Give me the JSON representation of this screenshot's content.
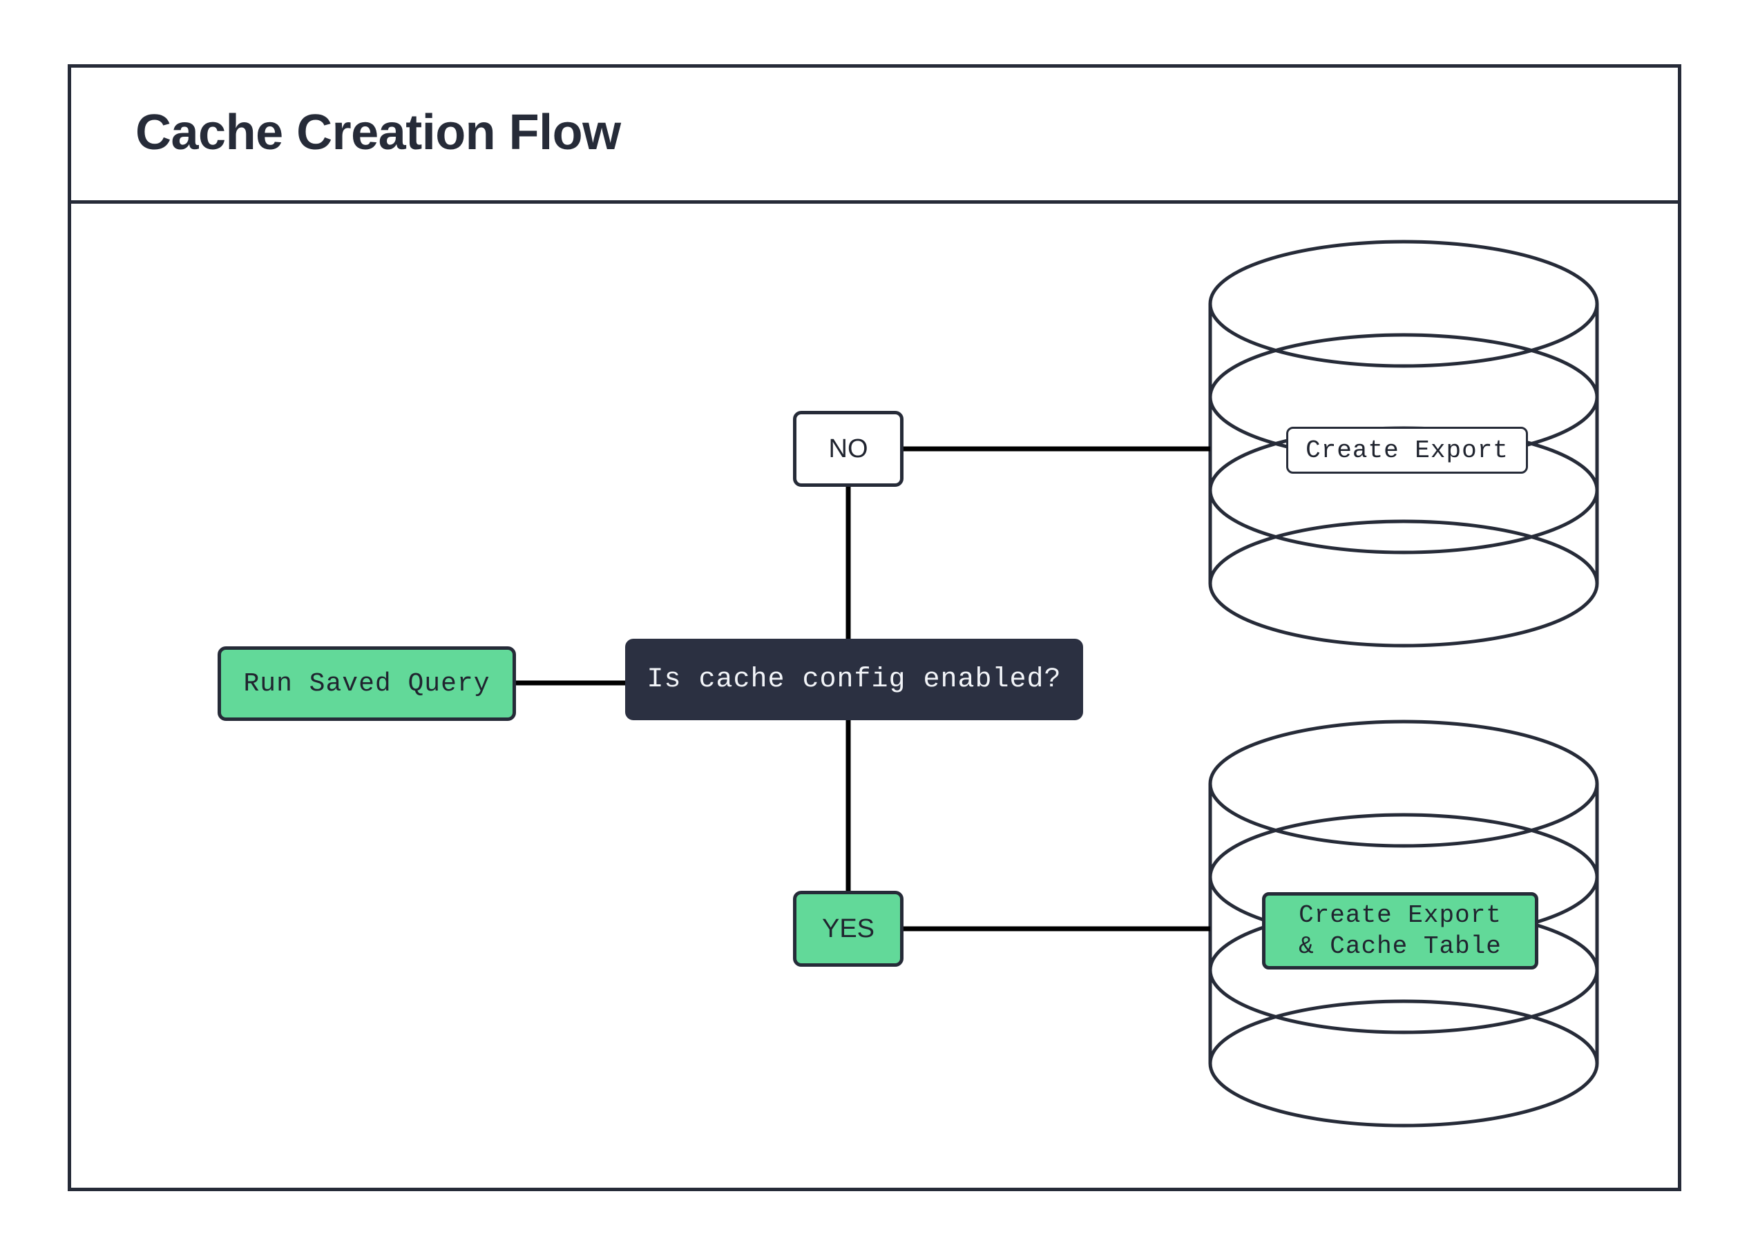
{
  "header": {
    "title": "Cache Creation Flow"
  },
  "colors": {
    "ink": "#262b38",
    "dark_node_fill": "#2b3041",
    "green_fill": "#62d999",
    "white_fill": "#ffffff",
    "text_light": "#f2f4f8",
    "text_dark": "#20242f"
  },
  "diagram": {
    "type": "flowchart",
    "nodes": [
      {
        "id": "run-saved-query",
        "label": "Run Saved Query",
        "shape": "rounded-rect",
        "style": "green"
      },
      {
        "id": "decision",
        "label": "Is cache config enabled?",
        "shape": "rounded-rect",
        "style": "dark"
      },
      {
        "id": "label-no",
        "label": "NO",
        "shape": "rounded-rect",
        "style": "white"
      },
      {
        "id": "label-yes",
        "label": "YES",
        "shape": "rounded-rect",
        "style": "green"
      },
      {
        "id": "db-top",
        "label": "Create Export",
        "shape": "database-cylinder",
        "style": "white"
      },
      {
        "id": "db-bottom",
        "label_line1": "Create Export",
        "label_line2": "& Cache Table",
        "shape": "database-cylinder",
        "style": "green"
      }
    ],
    "edges": [
      {
        "from": "run-saved-query",
        "to": "decision"
      },
      {
        "from": "label-no",
        "to": "decision"
      },
      {
        "from": "label-no",
        "to": "db-top"
      },
      {
        "from": "decision",
        "to": "label-yes"
      },
      {
        "from": "label-yes",
        "to": "db-bottom"
      }
    ]
  }
}
